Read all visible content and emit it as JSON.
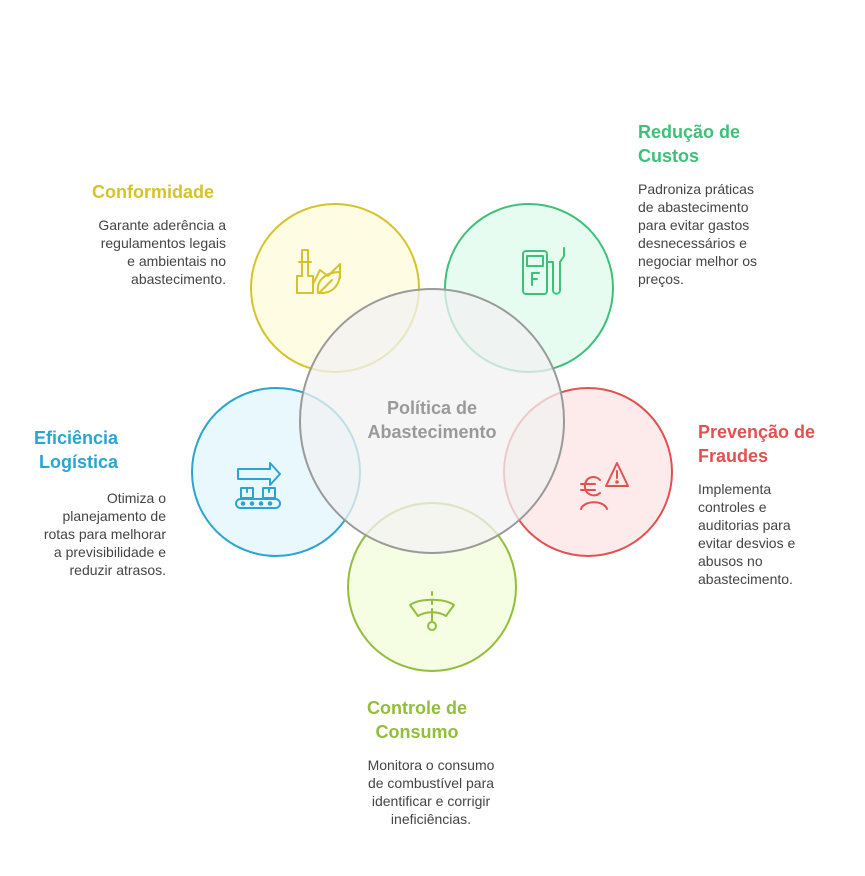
{
  "center": {
    "label": "Política de\nAbastecimento"
  },
  "nodes": [
    {
      "id": "conformidade",
      "title": "Conformidade",
      "description": "Garante aderência a\nregulamentos legais\ne ambientais no\nabastecimento.",
      "color": "#D4C42A",
      "fill": "#FEFBDD",
      "icon": "factory-leaf-icon"
    },
    {
      "id": "reducao",
      "title": "Redução de\nCustos",
      "description": "Padroniza práticas\nde abastecimento\npara evitar gastos\ndesnecessários e\nnegociar melhor os\npreços.",
      "color": "#3FC07A",
      "fill": "#E3FCEE",
      "icon": "fuel-pump-icon"
    },
    {
      "id": "fraudes",
      "title": "Prevenção de\nFraudes",
      "description": "Implementa\ncontroles e\nauditorias para\nevitar desvios e\nabusos no\nabastecimento.",
      "color": "#E05252",
      "fill": "#FDE8E8",
      "icon": "euro-warning-person-icon"
    },
    {
      "id": "consumo",
      "title": "Controle de\nConsumo",
      "description": "Monitora o consumo\nde combustível para\nidentificar e corrigir\nineficiências.",
      "color": "#92BE3A",
      "fill": "#F3FDDD",
      "icon": "gauge-icon"
    },
    {
      "id": "eficiencia",
      "title": "Eficiência\nLogística",
      "description": "Otimiza o\nplanejamento de\nrotas para melhorar\na previsibilidade e\nreduzir atrasos.",
      "color": "#2AA5CF",
      "fill": "#E5F7FD",
      "icon": "conveyor-arrow-icon"
    }
  ]
}
